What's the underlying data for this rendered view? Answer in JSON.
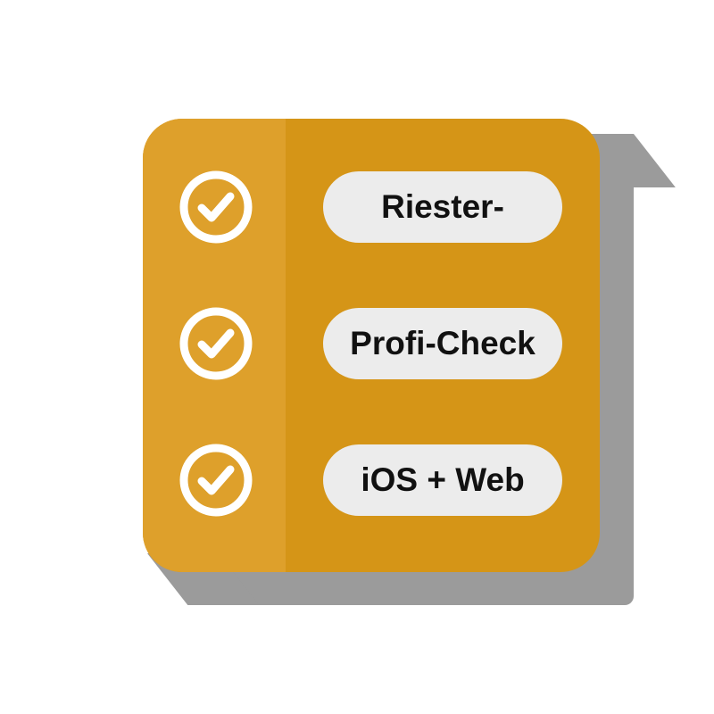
{
  "colors": {
    "card": "#d59517",
    "left_panel": "#dea02b",
    "pill": "#ececec",
    "check_stroke": "#ffffff",
    "shadow": "#9b9b9b",
    "text": "#111111"
  },
  "items": [
    {
      "label": "Riester-",
      "icon": "check-circle-icon"
    },
    {
      "label": "Profi-Check",
      "icon": "check-circle-icon"
    },
    {
      "label": "iOS + Web",
      "icon": "check-circle-icon"
    }
  ]
}
